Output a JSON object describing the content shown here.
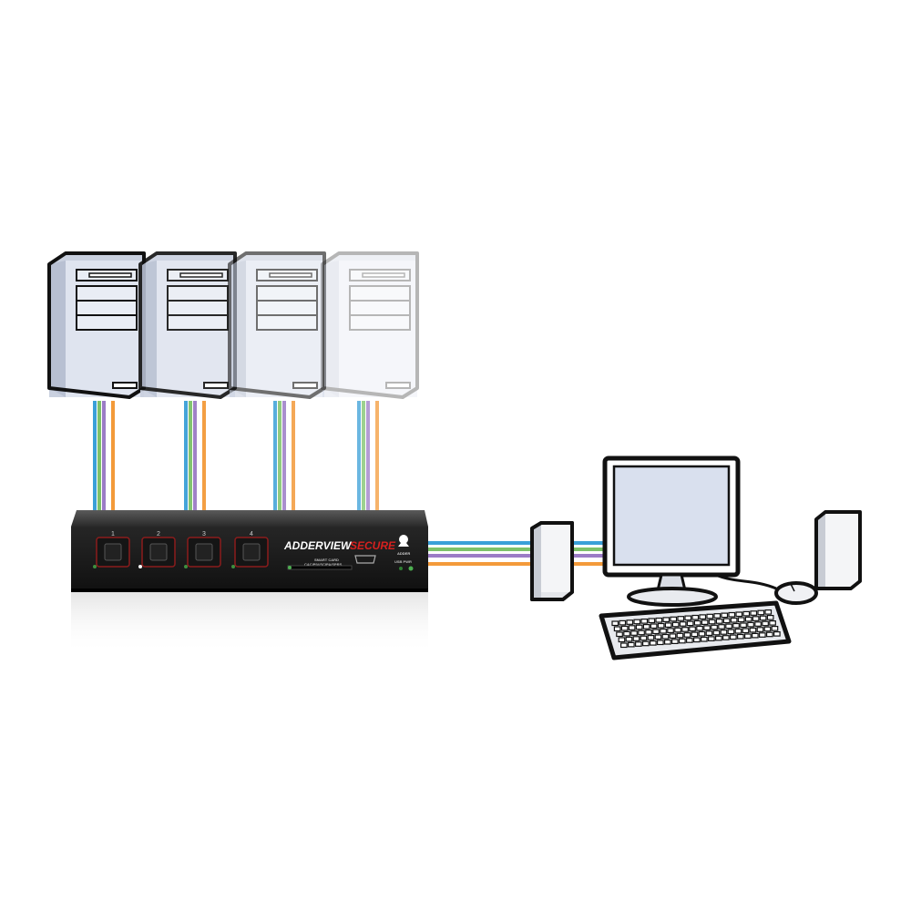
{
  "switch": {
    "brand_main": "ADDERVIEW",
    "brand_accent": "SECURE",
    "logo_text": "ADDER",
    "ports": [
      {
        "label": "1"
      },
      {
        "label": "2"
      },
      {
        "label": "3"
      },
      {
        "label": "4"
      }
    ],
    "reader_caption_1": "SMART CARD",
    "reader_caption_2": "CAC/PIV/SCIPA/SPRS",
    "status_label": "USB  PWR"
  },
  "colors": {
    "cable_blue": "#3aa0d8",
    "cable_green": "#7dc26a",
    "cable_purple": "#9b7cc6",
    "cable_orange": "#f39a3a",
    "switch_body": "#1c1c1c",
    "brand_accent": "#d6201f",
    "led_green": "#4caf50",
    "pc_fill": "#d9e0ee"
  },
  "icons": [
    "computer-tower-icon",
    "kvm-switch-icon",
    "monitor-icon",
    "keyboard-icon",
    "mouse-icon",
    "speaker-icon"
  ]
}
